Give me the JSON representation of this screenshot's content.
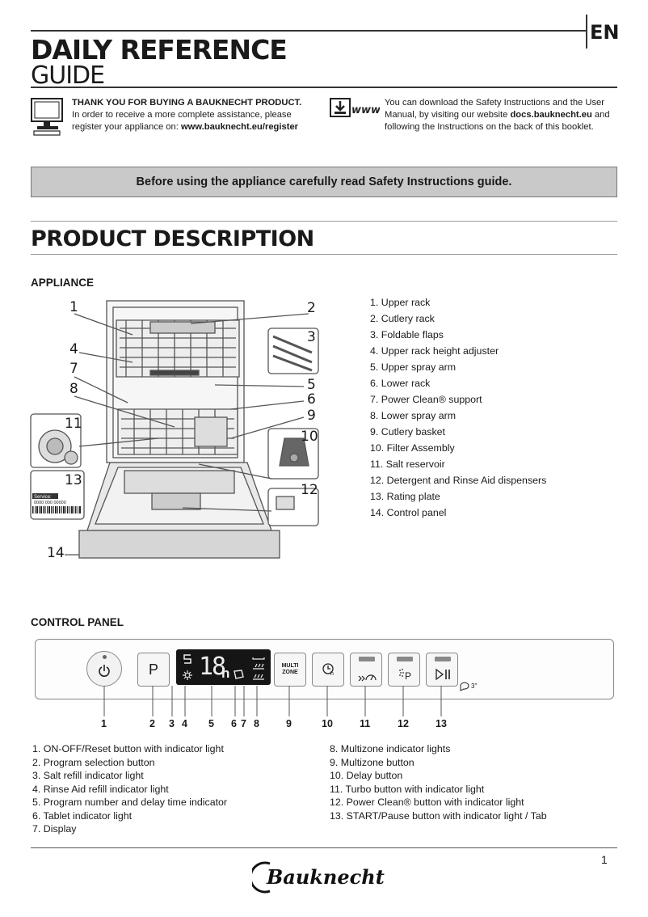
{
  "header": {
    "lang": "EN",
    "title_bold": "DAILY REFERENCE",
    "title_light": "GUIDE"
  },
  "intro": {
    "thanks_bold": "THANK YOU FOR BUYING A BAUKNECHT PRODUCT.",
    "thanks_text": "In order to receive a more complete assistance, please register your appliance on: ",
    "thanks_url": "www.bauknecht.eu/register",
    "download_icon_text": "www",
    "download_text1": "You can download the Safety Instructions and the User Manual, by visiting our website ",
    "download_url": "docs.bauknecht.eu",
    "download_text2": " and following the Instructions on the back of this booklet."
  },
  "banner": "Before using the appliance carefully read Safety Instructions guide.",
  "product_description": {
    "heading": "PRODUCT  DESCRIPTION",
    "appliance_heading": "APPLIANCE",
    "parts": [
      "1.  Upper rack",
      "2.  Cutlery rack",
      "3.  Foldable flaps",
      "4.  Upper rack height adjuster",
      "5.  Upper spray arm",
      "6.  Lower  rack",
      "7.  Power Clean® support",
      "8.  Lower spray arm",
      "9.  Cutlery basket",
      "10.  Filter Assembly",
      "11.  Salt reservoir",
      "12.  Detergent and Rinse Aid dispensers",
      "13.  Rating plate",
      "14.  Control panel"
    ],
    "callouts": [
      "1",
      "2",
      "3",
      "4",
      "5",
      "6",
      "7",
      "8",
      "9",
      "10",
      "11",
      "12",
      "13",
      "14"
    ],
    "rating_plate_label": "Service:",
    "rating_plate_code": "0000 000 00000"
  },
  "control_panel": {
    "heading": "CONTROL PANEL",
    "program_button": "P",
    "multizone_label_1": "MULTI",
    "multizone_label_2": "ZONE",
    "display_digits": "18",
    "display_h": "h",
    "tab_label": "3\"",
    "numbers": [
      "1",
      "2",
      "3",
      "4",
      "5",
      "6",
      "7",
      "8",
      "9",
      "10",
      "11",
      "12",
      "13"
    ],
    "items_left": [
      "1.  ON-OFF/Reset button with indicator light",
      "2.  Program selection button",
      "3.  Salt refill indicator light",
      "4.  Rinse Aid refill indicator light",
      "5.  Program number and delay time indicator",
      "6.  Tablet indicator light",
      "7.  Display"
    ],
    "items_right": [
      "8.  Multizone indicator lights",
      "9.  Multizone button",
      "10.  Delay button",
      "11.  Turbo button with indicator light",
      "12.  Power Clean® button with indicator light",
      "13.  START/Pause button with indicator light / Tab"
    ]
  },
  "footer": {
    "page_number": "1",
    "brand": "Bauknecht"
  }
}
